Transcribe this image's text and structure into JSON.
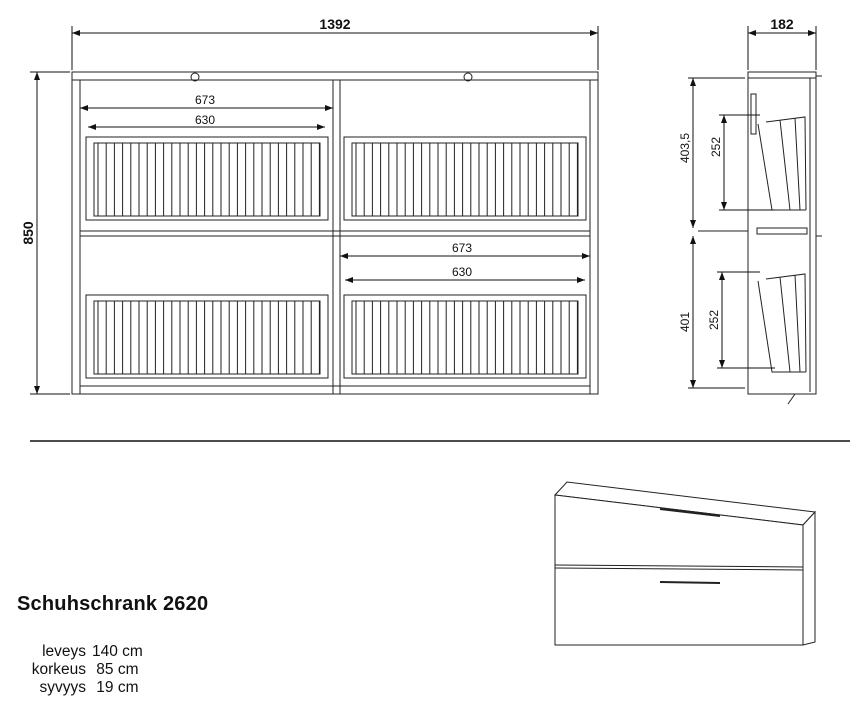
{
  "drawing": {
    "front_view": {
      "total_width": "1392",
      "total_height": "850",
      "upper_inner_width": "673",
      "upper_basket_width": "630",
      "lower_inner_width": "673",
      "lower_basket_width": "630"
    },
    "side_view": {
      "depth": "182",
      "upper_compartment_height": "403,5",
      "lower_compartment_height": "401",
      "upper_basket_height": "252",
      "lower_basket_height": "252"
    }
  },
  "product": {
    "title": "Schuhschrank  2620",
    "specs": [
      {
        "label": "leveys",
        "value": "140 cm"
      },
      {
        "label": "korkeus",
        "value": " 85 cm"
      },
      {
        "label": "syvyys",
        "value": " 19 cm"
      }
    ]
  }
}
